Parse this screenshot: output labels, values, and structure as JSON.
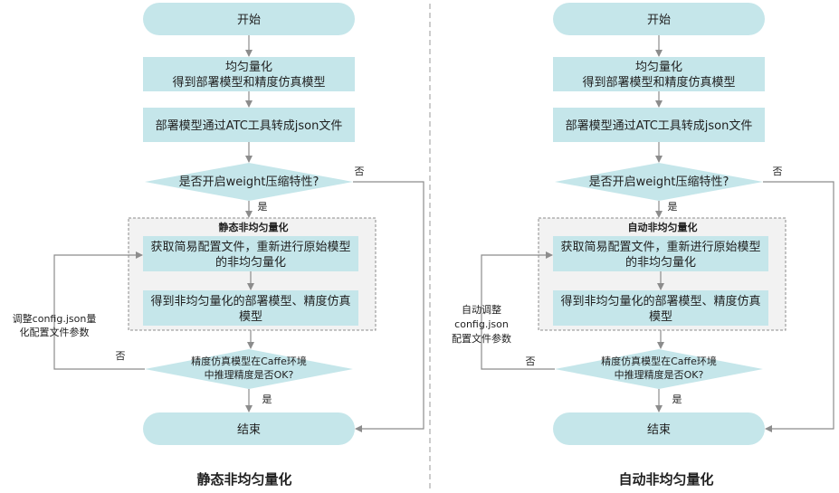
{
  "left": {
    "start": "开始",
    "quantize_line1": "均匀量化",
    "quantize_line2": "得到部署模型和精度仿真模型",
    "convert": "部署模型通过ATC工具转成json文件",
    "decision_weight": "是否开启weight压缩特性?",
    "yes1": "是",
    "no1": "否",
    "group_title": "静态非均匀量化",
    "step_a_line1": "获取简易配置文件，重新进行原始模型",
    "step_a_line2": "的非均匀量化",
    "step_b_line1": "得到非均匀量化的部署模型、精度仿真",
    "step_b_line2": "模型",
    "decision_acc_line1": "精度仿真模型在Caffe环境",
    "decision_acc_line2": "中推理精度是否OK?",
    "no2": "否",
    "yes2": "是",
    "loop_label_line1": "调整config.json量",
    "loop_label_line2": "化配置文件参数",
    "end": "结束",
    "caption": "静态非均匀量化"
  },
  "right": {
    "start": "开始",
    "quantize_line1": "均匀量化",
    "quantize_line2": "得到部署模型和精度仿真模型",
    "convert": "部署模型通过ATC工具转成json文件",
    "decision_weight": "是否开启weight压缩特性?",
    "yes1": "是",
    "no1": "否",
    "group_title": "自动非均匀量化",
    "step_a_line1": "获取简易配置文件，重新进行原始模型",
    "step_a_line2": "的非均匀量化",
    "step_b_line1": "得到非均匀量化的部署模型、精度仿真",
    "step_b_line2": "模型",
    "decision_acc_line1": "精度仿真模型在Caffe环境",
    "decision_acc_line2": "中推理精度是否OK?",
    "no2": "否",
    "yes2": "是",
    "loop_label_line1": "自动调整",
    "loop_label_line2": "config.json",
    "loop_label_line3": "配置文件参数",
    "end": "结束",
    "caption": "自动非均匀量化"
  }
}
